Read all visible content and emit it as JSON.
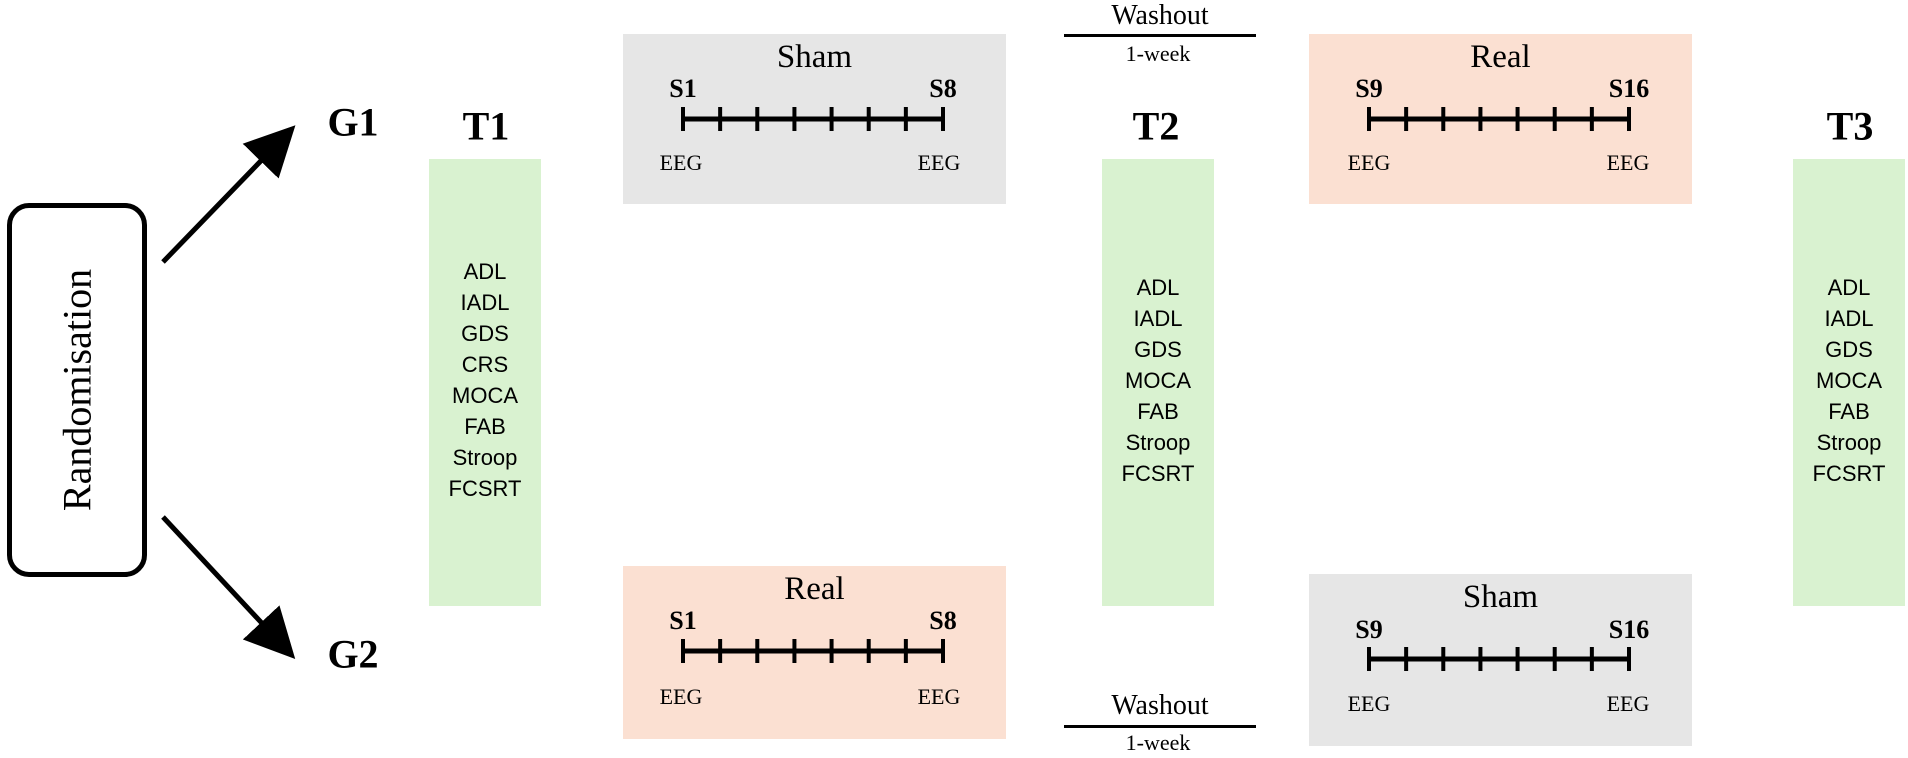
{
  "randomisation": {
    "label": "Randomisation"
  },
  "groups": {
    "g1": "G1",
    "g2": "G2"
  },
  "timepoints": {
    "t1": {
      "label": "T1",
      "items": [
        "ADL",
        "IADL",
        "GDS",
        "CRS",
        "MOCA",
        "FAB",
        "Stroop",
        "FCSRT"
      ]
    },
    "t2": {
      "label": "T2",
      "items": [
        "ADL",
        "IADL",
        "GDS",
        "MOCA",
        "FAB",
        "Stroop",
        "FCSRT"
      ]
    },
    "t3": {
      "label": "T3",
      "items": [
        "ADL",
        "IADL",
        "GDS",
        "MOCA",
        "FAB",
        "Stroop",
        "FCSRT"
      ]
    }
  },
  "sessions": {
    "g1_phase1": {
      "title": "Sham",
      "start": "S1",
      "end": "S8",
      "eeg_start": "EEG",
      "eeg_end": "EEG",
      "color": "#e6e6e6"
    },
    "g1_phase2": {
      "title": "Real",
      "start": "S9",
      "end": "S16",
      "eeg_start": "EEG",
      "eeg_end": "EEG",
      "color": "#fbe0d2"
    },
    "g2_phase1": {
      "title": "Real",
      "start": "S1",
      "end": "S8",
      "eeg_start": "EEG",
      "eeg_end": "EEG",
      "color": "#fbe0d2"
    },
    "g2_phase2": {
      "title": "Sham",
      "start": "S9",
      "end": "S16",
      "eeg_start": "EEG",
      "eeg_end": "EEG",
      "color": "#e6e6e6"
    }
  },
  "washout": {
    "top": {
      "label": "Washout",
      "duration": "1-week"
    },
    "bottom": {
      "label": "Washout",
      "duration": "1-week"
    }
  },
  "colors": {
    "assessment": "#d9f2d0",
    "sham": "#e6e6e6",
    "real": "#fbe0d2"
  }
}
